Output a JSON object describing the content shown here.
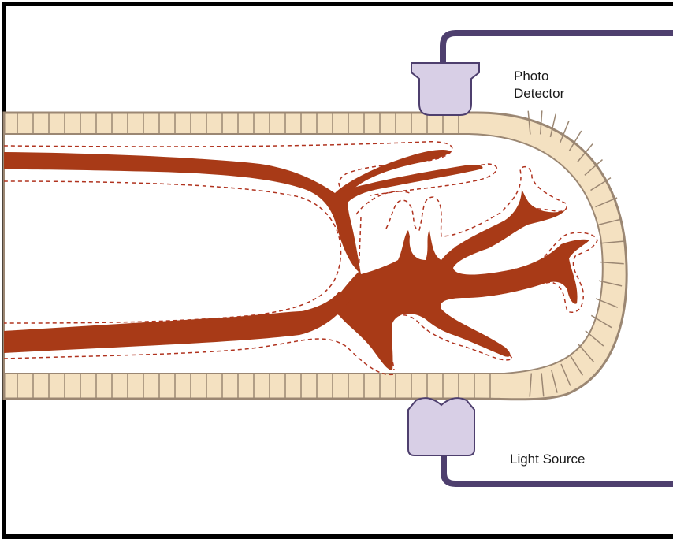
{
  "labels": {
    "photo_detector_line1": "Photo",
    "photo_detector_line2": "Detector",
    "light_source": "Light Source"
  },
  "colors": {
    "frame": "#000000",
    "skin_fill": "#f4e1c1",
    "skin_stroke": "#9b8773",
    "vessel": "#a83a17",
    "dashed_boundary": "#b0331f",
    "device_fill": "#d8cfe6",
    "device_stroke": "#4e3f6e",
    "wire": "#4e3f6e"
  },
  "icons": {
    "detector": "photo-detector-icon",
    "source": "light-source-icon"
  }
}
